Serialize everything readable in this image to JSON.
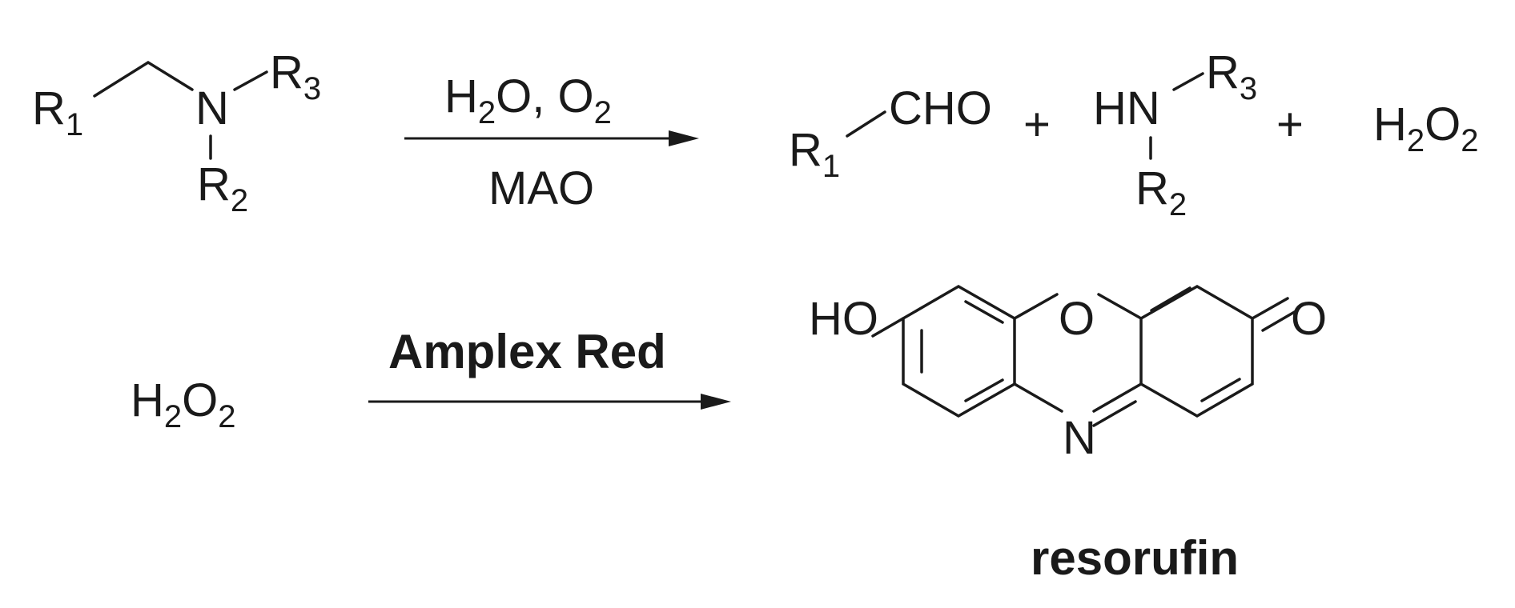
{
  "reaction1": {
    "reactant": {
      "r1": "R",
      "r1_sub": "1",
      "n": "N",
      "r3": "R",
      "r3_sub": "3",
      "r2": "R",
      "r2_sub": "2"
    },
    "conditions": {
      "line1": {
        "h": "H",
        "h_sub": "2",
        "o_comma": "O, O",
        "o_sub": "2"
      },
      "line2": "MAO"
    },
    "products": {
      "aldehyde": {
        "r1": "R",
        "r1_sub": "1",
        "group": "CHO"
      },
      "plus1": "+",
      "amine": {
        "hn": "HN",
        "r3": "R",
        "r3_sub": "3",
        "r2": "R",
        "r2_sub": "2"
      },
      "plus2": "+",
      "peroxide": {
        "h": "H",
        "h_sub": "2",
        "o": "O",
        "o_sub": "2"
      }
    }
  },
  "reaction2": {
    "reactant": {
      "h": "H",
      "h_sub": "2",
      "o": "O",
      "o_sub": "2"
    },
    "reagent": "Amplex Red",
    "product": {
      "ho": "HO",
      "ring_o": "O",
      "keto_o": "O",
      "ring_n": "N",
      "name": "resorufin"
    }
  }
}
